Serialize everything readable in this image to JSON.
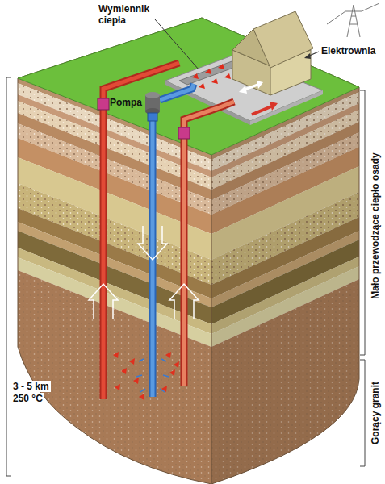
{
  "diagram": {
    "labels": [
      "Wymiennik ciepła",
      "Elektrownia",
      "Pompa",
      "Mało przewodzące ciepło osady",
      "3 - 5 km",
      "250 °C",
      "Gorący granit"
    ]
  }
}
